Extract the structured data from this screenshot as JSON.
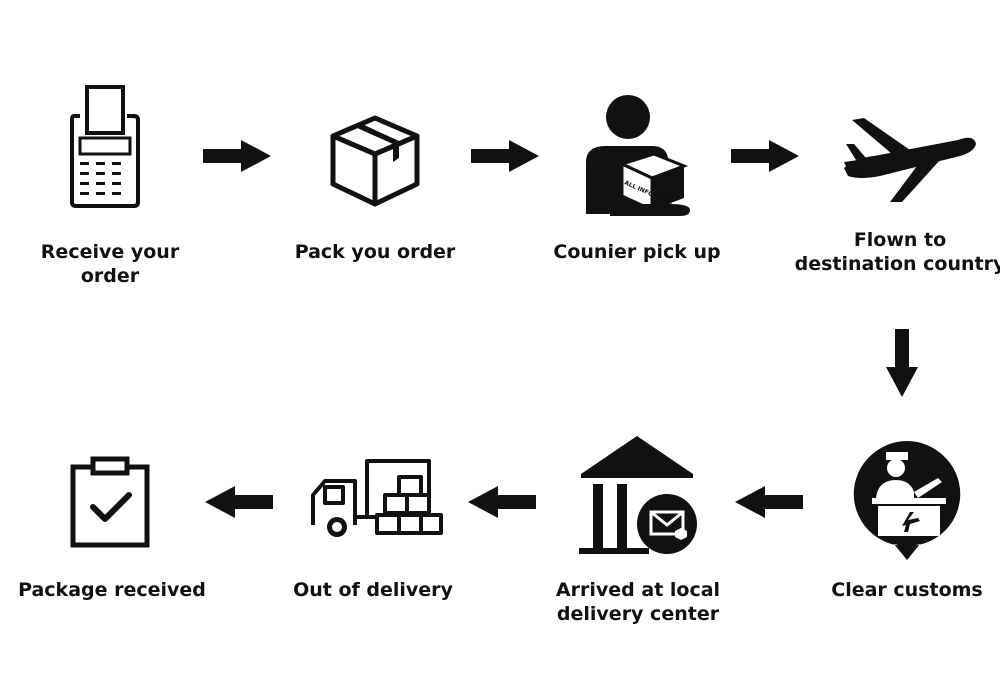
{
  "colors": {
    "ink": "#111111",
    "background": "#ffffff"
  },
  "steps": [
    {
      "label": "Receive your order",
      "icon": "pos-terminal-icon"
    },
    {
      "label": "Pack you order",
      "icon": "box-icon"
    },
    {
      "label": "Counier pick up",
      "icon": "courier-icon"
    },
    {
      "label": "Flown to\ndestination country",
      "icon": "airplane-icon"
    },
    {
      "label": "Clear customs",
      "icon": "customs-icon"
    },
    {
      "label": "Arrived at local\ndelivery center",
      "icon": "delivery-center-icon"
    },
    {
      "label": "Out of delivery",
      "icon": "truck-icon"
    },
    {
      "label": "Package received",
      "icon": "clipboard-check-icon"
    }
  ],
  "box_stamp": "ALL INFO STICK"
}
